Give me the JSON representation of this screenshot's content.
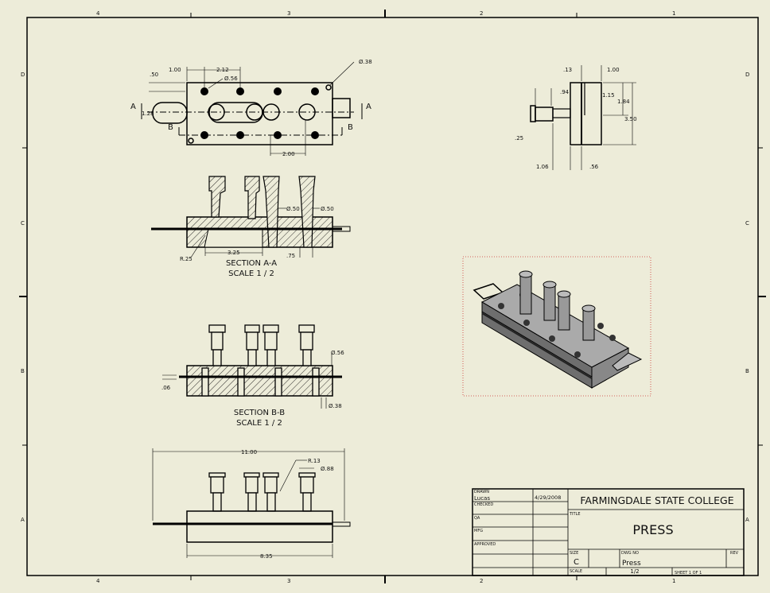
{
  "zones": {
    "columns": [
      "4",
      "3",
      "2",
      "1"
    ],
    "rows": [
      "D",
      "C",
      "B",
      "A"
    ]
  },
  "top_view": {
    "dims": {
      "d1": "1.00",
      "d2": "2.12",
      "d3": ".50",
      "d4": "Ø.56",
      "d5": "Ø.38",
      "d6": "1.28",
      "d7": "2.00"
    },
    "section_a": "A",
    "section_b": "B"
  },
  "side_view": {
    "dims": {
      "d1": ".13",
      "d2": "1.00",
      "d3": ".94",
      "d4": "1.15",
      "d5": "1.84",
      "d6": "3.50",
      "d7": ".25",
      "d8": "1.06",
      "d9": ".56"
    }
  },
  "section_aa": {
    "title": "SECTION  A-A",
    "scale": "SCALE 1 / 2",
    "dims": {
      "d1": "Ø.50",
      "d2": "Ø.50",
      "d3": "3.25",
      "d4": ".75",
      "d5": "R.25"
    }
  },
  "section_bb": {
    "title": "SECTION  B-B",
    "scale": "SCALE 1 / 2",
    "dims": {
      "d1": "Ø.56",
      "d2": ".06",
      "d3": "Ø.38"
    }
  },
  "front_view": {
    "dims": {
      "d1": "11.00",
      "d2": "R.13",
      "d3": "Ø.88",
      "d4": "8.35"
    }
  },
  "title_block": {
    "drawn_label": "DRAWN",
    "drawn_by": "Lucas",
    "date": "4/29/2008",
    "checked_label": "CHECKED",
    "qa_label": "QA",
    "mfg_label": "MFG",
    "approved_label": "APPROVED",
    "company": "FARMINGDALE STATE COLLEGE",
    "title_label": "TITLE",
    "title": "PRESS",
    "size_label": "SIZE",
    "size": "C",
    "dwg_no_label": "DWG NO",
    "dwg_no": "Press",
    "rev_label": "REV",
    "scale_label": "SCALE",
    "scale": "1/2",
    "sheet": "SHEET 1  OF 1"
  }
}
